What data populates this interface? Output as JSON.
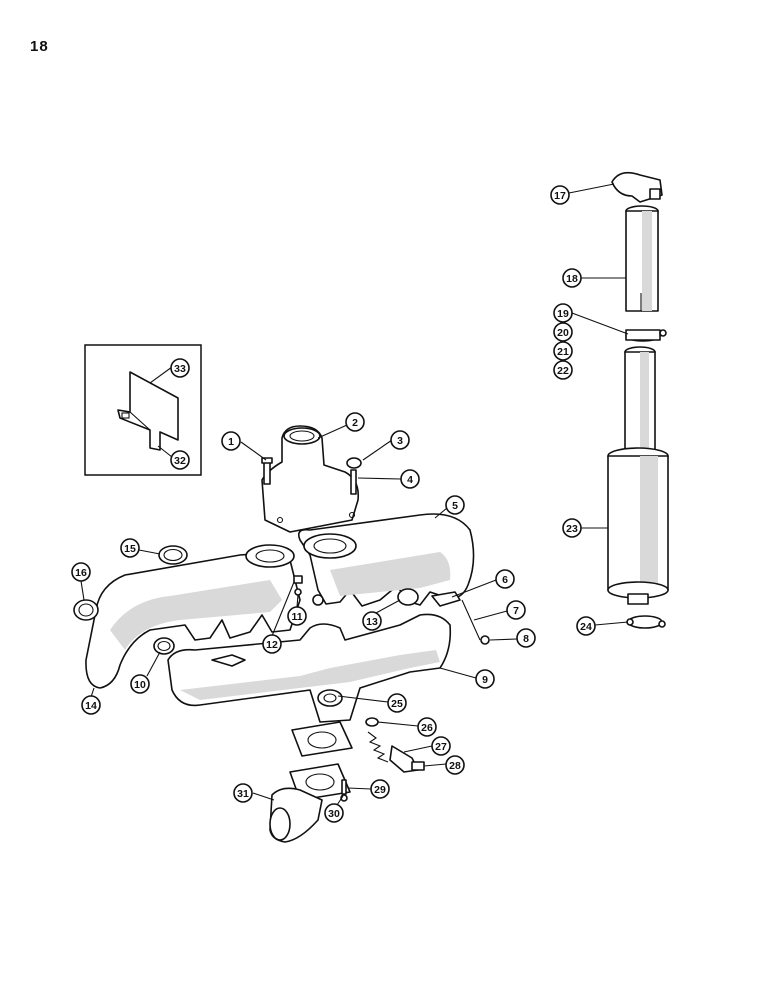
{
  "page": {
    "number": "18"
  },
  "callouts": [
    "1",
    "2",
    "3",
    "4",
    "5",
    "6",
    "7",
    "8",
    "9",
    "10",
    "11",
    "12",
    "13",
    "14",
    "15",
    "16",
    "17",
    "18",
    "19",
    "20",
    "21",
    "22",
    "23",
    "24",
    "25",
    "26",
    "27",
    "28",
    "29",
    "30",
    "31",
    "32",
    "33"
  ]
}
